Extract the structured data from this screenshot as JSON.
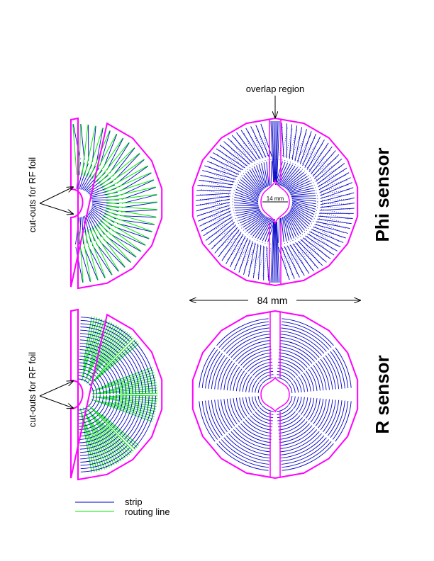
{
  "labels": {
    "overlap_region": "overlap region",
    "cutouts_top": "cut-outs for RF foil",
    "cutouts_bottom": "cut-outs for RF foil",
    "phi_sensor": "Phi sensor",
    "r_sensor": "R sensor",
    "width_dim": "84 mm",
    "hole_dim": "14 mm"
  },
  "legend": {
    "strip": "strip",
    "routing": "routing line"
  },
  "colors": {
    "outline": "#ff00ff",
    "strip": "#0000c8",
    "routing": "#00ee00",
    "annotation": "#000000"
  }
}
